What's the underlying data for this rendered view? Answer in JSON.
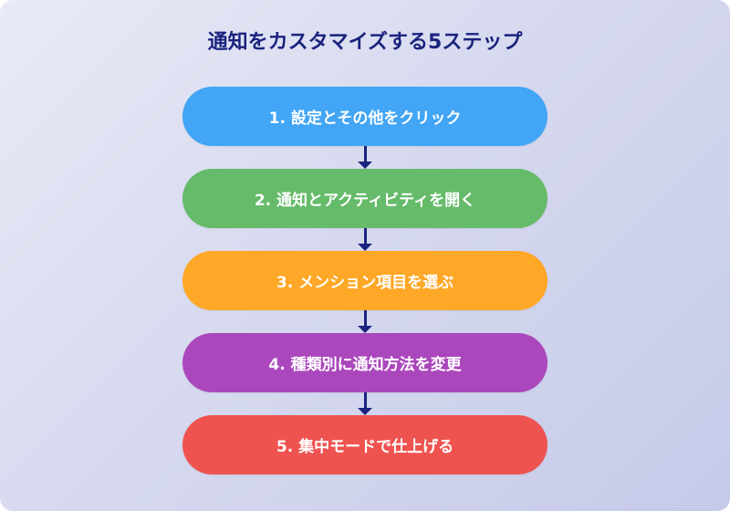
{
  "title": "通知をカスタマイズする5ステップ",
  "colors": {
    "background_start": "#e8eaf6",
    "background_end": "#c5cae9",
    "title": "#1a237e",
    "connector": "#1a237e",
    "step_text": "#ffffff"
  },
  "steps": [
    {
      "label": "1. 設定とその他をクリック",
      "color": "#42a5f5"
    },
    {
      "label": "2. 通知とアクティビティを開く",
      "color": "#66bb6a"
    },
    {
      "label": "3. メンション項目を選ぶ",
      "color": "#ffa726"
    },
    {
      "label": "4. 種類別に通知方法を変更",
      "color": "#ab47bc"
    },
    {
      "label": "5. 集中モードで仕上げる",
      "color": "#ef5350"
    }
  ],
  "connectors": [
    {
      "from": 1,
      "to": 2,
      "icon": "arrow-down-icon"
    },
    {
      "from": 2,
      "to": 3,
      "icon": "arrow-down-icon"
    },
    {
      "from": 3,
      "to": 4,
      "icon": "arrow-down-icon"
    },
    {
      "from": 4,
      "to": 5,
      "icon": "arrow-down-icon"
    }
  ]
}
